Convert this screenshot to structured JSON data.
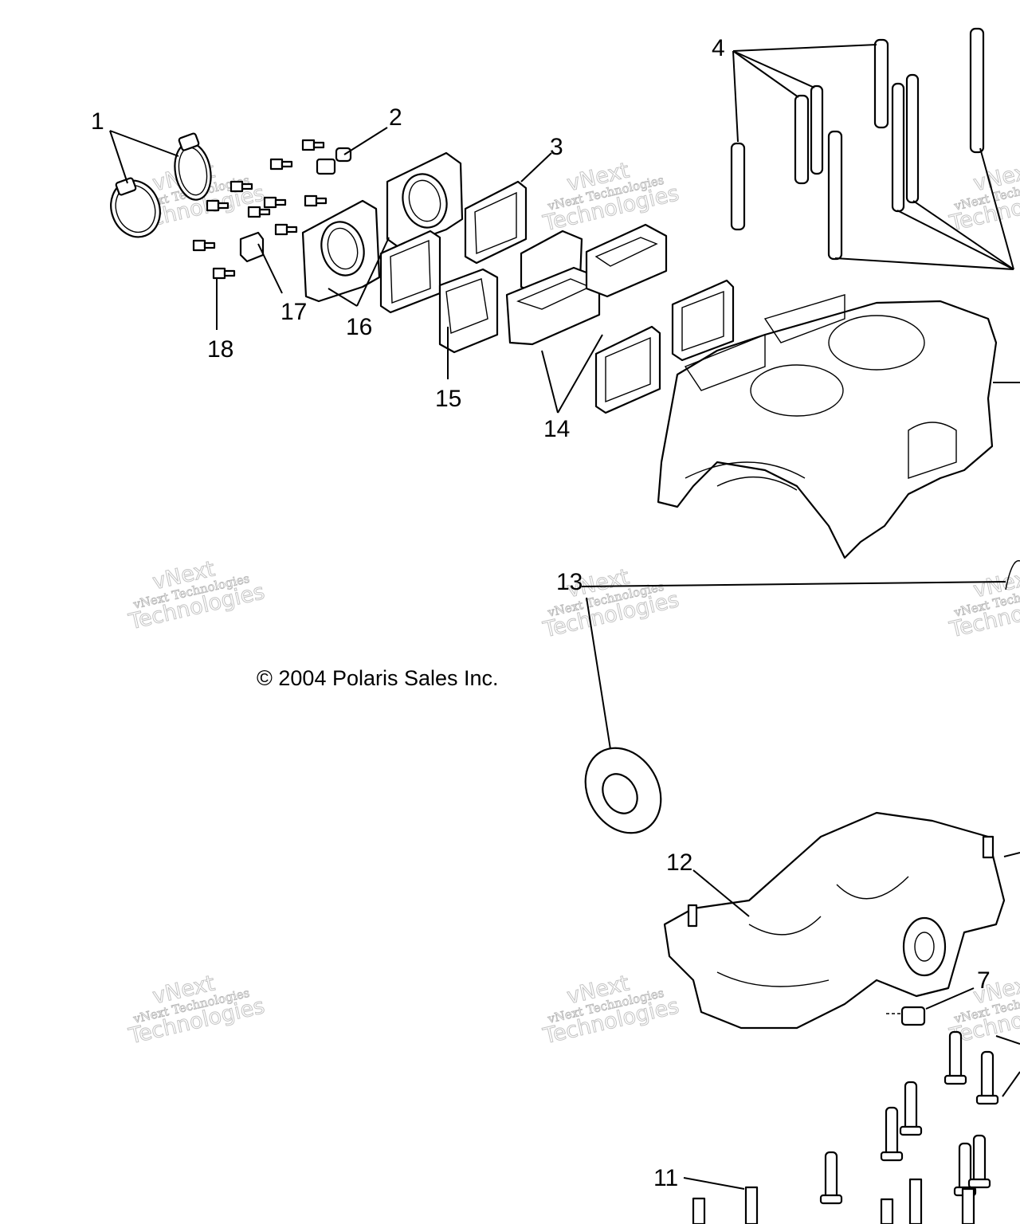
{
  "copyright": "© 2004 Polaris Sales Inc.",
  "watermark": {
    "line1": "vNext Technologies",
    "line2": "vNext",
    "line3": "Technologies"
  },
  "callouts": [
    "1",
    "2",
    "3",
    "4",
    "7",
    "11",
    "12",
    "13",
    "14",
    "15",
    "16",
    "17",
    "18"
  ],
  "colors": {
    "ink": "#000000",
    "background": "#ffffff",
    "watermark": "#c0c0c0"
  }
}
